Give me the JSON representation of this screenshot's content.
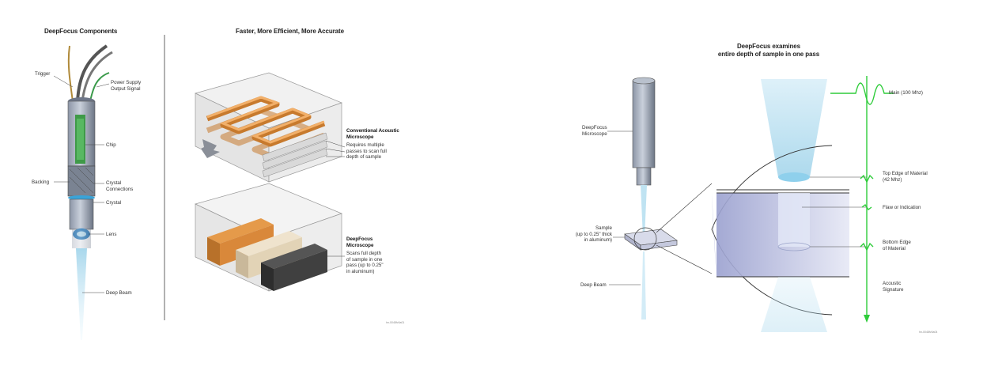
{
  "left_panel": {
    "components_title": "DeepFocus Components",
    "comparison_title": "Faster, More Efficient, More Accurate",
    "component_labels": {
      "trigger": "Trigger",
      "power_supply": "Power Supply\nOutput Signal",
      "chip": "Chip",
      "backing": "Backing",
      "crystal_connections": "Crystal\nConnections",
      "crystal": "Crystal",
      "lens": "Lens",
      "deep_beam": "Deep Beam"
    },
    "conventional": {
      "title": "Conventional Acoustic\nMicroscope",
      "desc": "Requires multiple\npasses to scan full\ndepth of sample"
    },
    "deepfocus": {
      "title": "DeepFocus\nMicroscope",
      "desc": "Scans full depth\nof sample in one\npass (up to 0.25\"\nin aluminum)"
    },
    "figure_code": "hn-0048fv0a01"
  },
  "right_panel": {
    "title": "DeepFocus examines\nentire depth of sample in one pass",
    "labels": {
      "microscope": "DeepFocus\nMicroscope",
      "sample": "Sample\n(up to 0.25\" thick\nin aluminum)",
      "deep_beam": "Deep Beam",
      "main": "Main (100 Mhz)",
      "top_edge": "Top Edge of Material\n(42 Mhz)",
      "flaw": "Flaw or Indication",
      "bottom_edge": "Bottom Edge\nof Material",
      "acoustic_signature": "Acoustic\nSignature"
    },
    "figure_code": "hn-0048fv0a04"
  },
  "colors": {
    "signal_green": "#2ecc3a",
    "beam_blue": "#bfe3f2",
    "tray_orange": "#d9883a",
    "sample_tint": "#c9cde8"
  }
}
